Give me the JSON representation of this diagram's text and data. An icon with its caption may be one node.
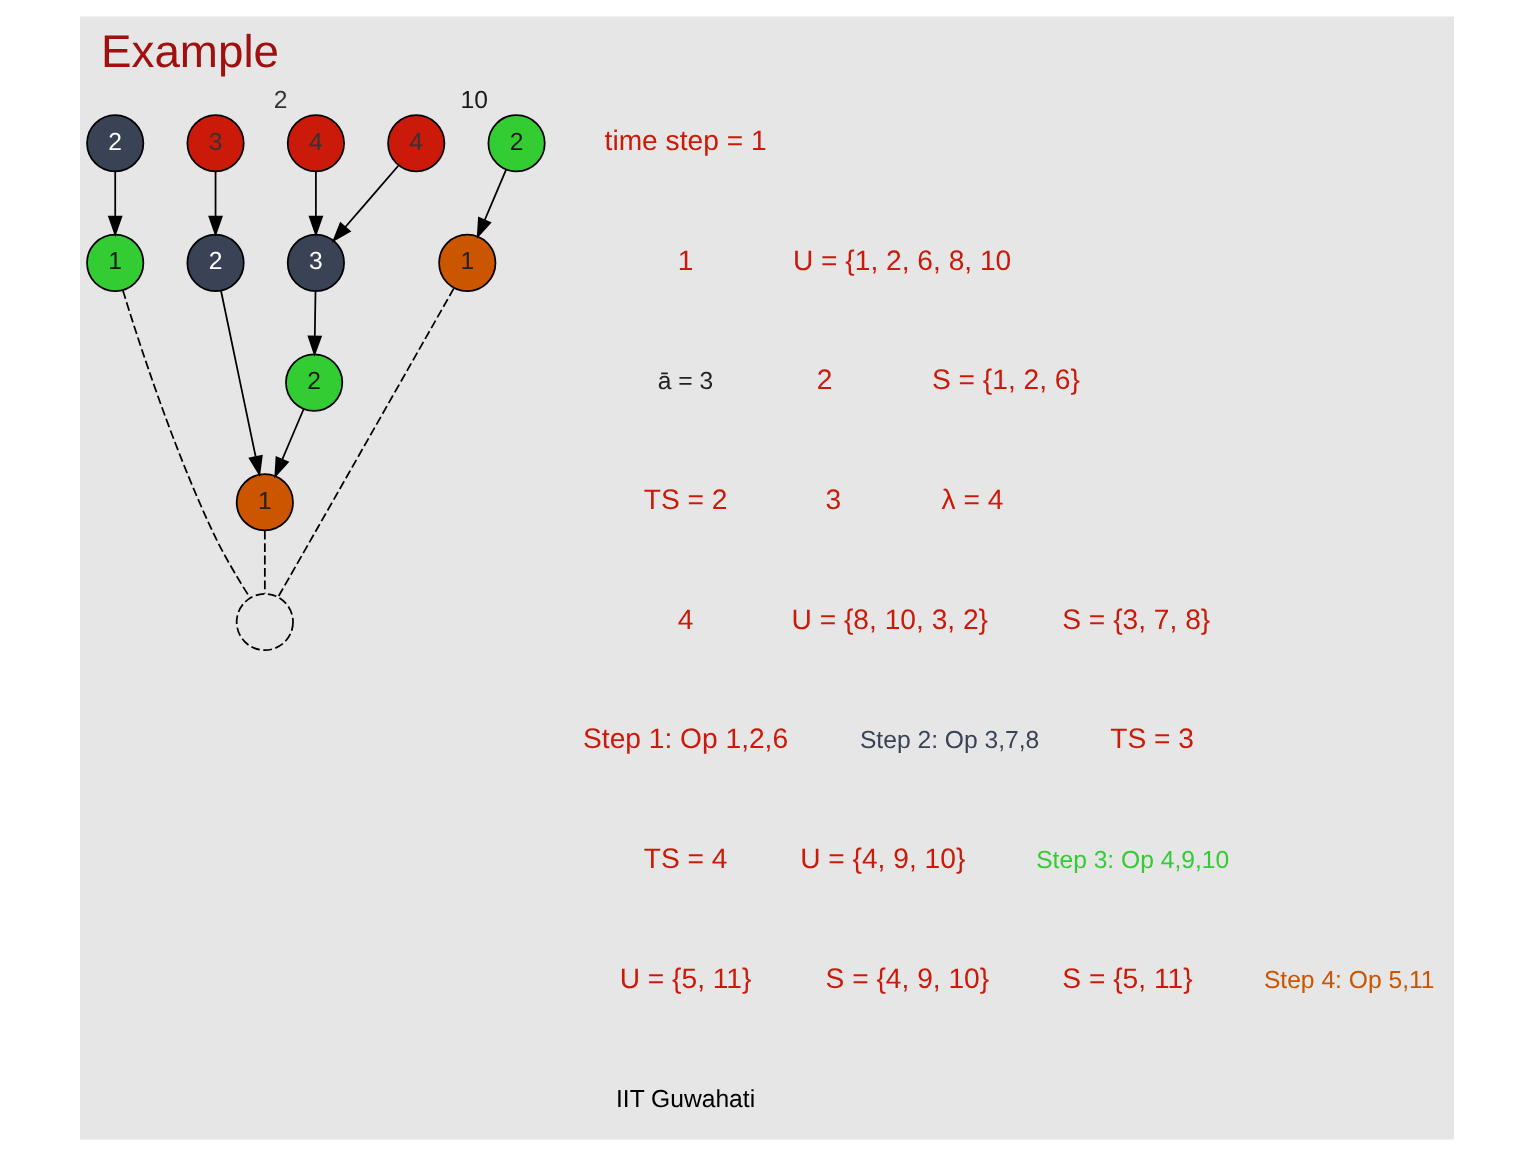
{
  "diagram": {
    "title": "Example",
    "nodes": [
      {
        "text": [
          "4"
        ]
      },
      {
        "text": [
          "4"
        ],
        "beside": [
          "2"
        ]
      },
      {
        "text": [
          "3"
        ]
      },
      {
        "text": [
          "2"
        ]
      },
      {
        "text": [
          "2"
        ],
        "beside": [
          "10"
        ]
      },
      {
        "text": [
          "3"
        ]
      },
      {
        "text": [
          "2"
        ]
      },
      {
        "text": [
          "1"
        ]
      },
      {
        "text": [
          "1"
        ]
      },
      {
        "text": [
          "2"
        ]
      },
      {
        "text": [
          "1"
        ]
      },
      {
        "text": [],
        "shape": "circle"
      }
    ],
    "edges": [
      {
        "from": 0,
        "to": 5,
        "arrow": "to"
      },
      {
        "from": 1,
        "to": 5,
        "arrow": "to"
      },
      {
        "from": 2,
        "to": 6,
        "arrow": "to"
      },
      {
        "from": 3,
        "to": 7,
        "arrow": "to"
      },
      {
        "from": 4,
        "to": 8,
        "arrow": "to"
      },
      {
        "from": 5,
        "to": 9,
        "arrow": "to"
      },
      {
        "from": 9,
        "to": 10,
        "arrow": "to"
      },
      {
        "from": 6,
        "to": 10,
        "arrow": "to"
      },
      {
        "from": 10,
        "to": 11,
        "arrow": "none",
        "style": "dashed"
      },
      {
        "from": 7,
        "to": 11,
        "arrow": "none",
        "style": "dashed"
      },
      {
        "from": 8,
        "to": 11,
        "arrow": "none",
        "style": "dashed"
      }
    ],
    "labels": [
      "time step = 1",
      "1",
      "U = {1, 2, 6, 8, 10",
      "ā = 3",
      "2",
      "S = {1, 2, 6}",
      "TS = 2",
      "3",
      "λ = 4",
      "4",
      "U = {8, 10, 3, 2}",
      "S = {3, 7, 8}",
      "Step 1: Op 1,2,6",
      "Step 2: Op 3,7,8",
      "TS = 3",
      "TS = 4",
      "U = {4, 9, 10}",
      "Step 3: Op 4,9,10",
      "U = {5, 11}",
      "S = {4, 9, 10}",
      "S = {5, 11}",
      "Step 4: Op 5,11",
      "IIT Guwahati"
    ]
  }
}
